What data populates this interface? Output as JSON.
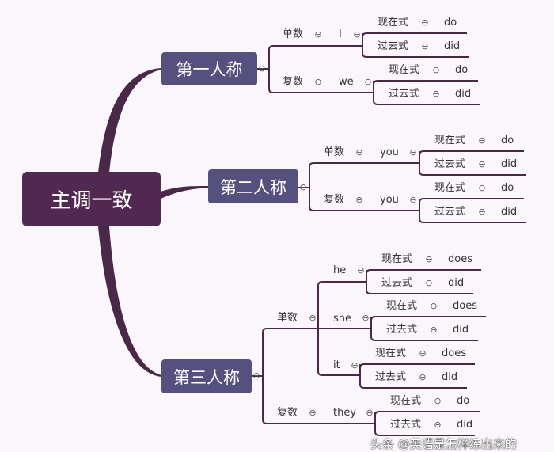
{
  "root": "主调一致",
  "collapse_glyph": "⊖",
  "persons": [
    {
      "label": "第一人称",
      "groups": [
        {
          "number": "单数",
          "subjects": [
            {
              "pronoun": "I",
              "tenses": [
                {
                  "name": "现在式",
                  "verb": "do"
                },
                {
                  "name": "过去式",
                  "verb": "did"
                }
              ]
            }
          ]
        },
        {
          "number": "复数",
          "subjects": [
            {
              "pronoun": "we",
              "tenses": [
                {
                  "name": "现在式",
                  "verb": "do"
                },
                {
                  "name": "过去式",
                  "verb": "did"
                }
              ]
            }
          ]
        }
      ]
    },
    {
      "label": "第二人称",
      "groups": [
        {
          "number": "单数",
          "subjects": [
            {
              "pronoun": "you",
              "tenses": [
                {
                  "name": "现在式",
                  "verb": "do"
                },
                {
                  "name": "过去式",
                  "verb": "did"
                }
              ]
            }
          ]
        },
        {
          "number": "复数",
          "subjects": [
            {
              "pronoun": "you",
              "tenses": [
                {
                  "name": "现在式",
                  "verb": "do"
                },
                {
                  "name": "过去式",
                  "verb": "did"
                }
              ]
            }
          ]
        }
      ]
    },
    {
      "label": "第三人称",
      "groups": [
        {
          "number": "单数",
          "subjects": [
            {
              "pronoun": "he",
              "tenses": [
                {
                  "name": "现在式",
                  "verb": "does"
                },
                {
                  "name": "过去式",
                  "verb": "did"
                }
              ]
            },
            {
              "pronoun": "she",
              "tenses": [
                {
                  "name": "现在式",
                  "verb": "does"
                },
                {
                  "name": "过去式",
                  "verb": "did"
                }
              ]
            },
            {
              "pronoun": "it",
              "tenses": [
                {
                  "name": "现在式",
                  "verb": "does"
                },
                {
                  "name": "过去式",
                  "verb": "did"
                }
              ]
            }
          ]
        },
        {
          "number": "复数",
          "subjects": [
            {
              "pronoun": "they",
              "tenses": [
                {
                  "name": "现在式",
                  "verb": "do"
                },
                {
                  "name": "过去式",
                  "verb": "did"
                }
              ]
            }
          ]
        }
      ]
    }
  ],
  "watermark": "头条 @英语是怎样练出来的"
}
